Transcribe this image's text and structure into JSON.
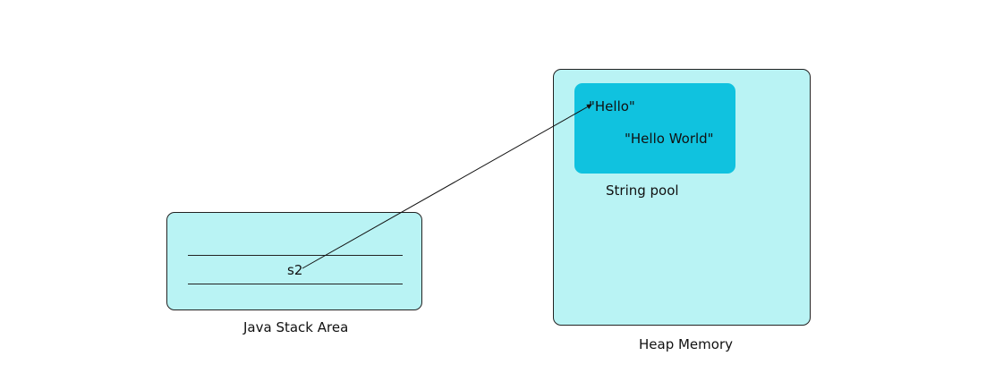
{
  "diagram": {
    "stack": {
      "label": "Java Stack Area",
      "variable": "s2"
    },
    "heap": {
      "label": "Heap Memory",
      "string_pool": {
        "label": "String pool",
        "entries": [
          "\"Hello\"",
          "\"Hello World\""
        ]
      }
    },
    "references": [
      {
        "from": "s2",
        "to": "\"Hello\""
      }
    ],
    "colors": {
      "region_fill": "#b9f3f4",
      "pool_fill": "#10c2df",
      "stroke": "#222222"
    }
  }
}
